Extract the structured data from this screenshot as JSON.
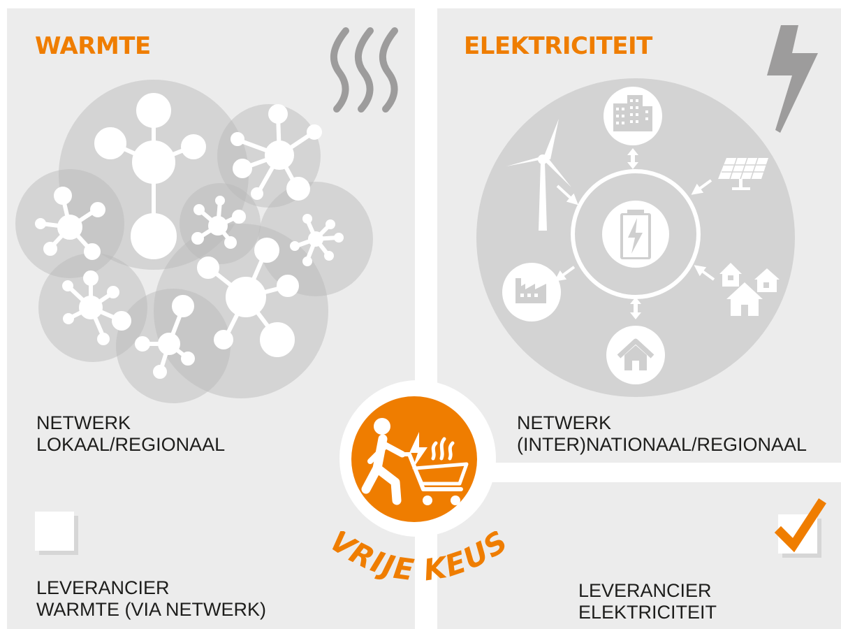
{
  "warmte": {
    "title": "WARMTE",
    "network_line1": "NETWERK",
    "network_line2": "LOKAAL/REGIONAAL",
    "supplier_line1": "LEVERANCIER",
    "supplier_line2": "WARMTE (VIA NETWERK)",
    "supplier_choice": false,
    "icon": "heat-waves-icon"
  },
  "elektriciteit": {
    "title": "ELEKTRICITEIT",
    "network_line1": "NETWERK",
    "network_line2": "(INTER)NATIONAAL/REGIONAAL",
    "supplier_line1": "LEVERANCIER",
    "supplier_line2": "ELEKTRICITEIT",
    "supplier_choice": true,
    "icon": "lightning-bolt-icon"
  },
  "center": {
    "slogan": "VRIJE KEUS",
    "icon": "shopper-cart-icon"
  },
  "colors": {
    "accent": "#ef7d00",
    "panel": "#ececec",
    "circle": "#c9c9c9",
    "icon_grey": "#9d9c9c",
    "text": "#1d1d1b"
  }
}
